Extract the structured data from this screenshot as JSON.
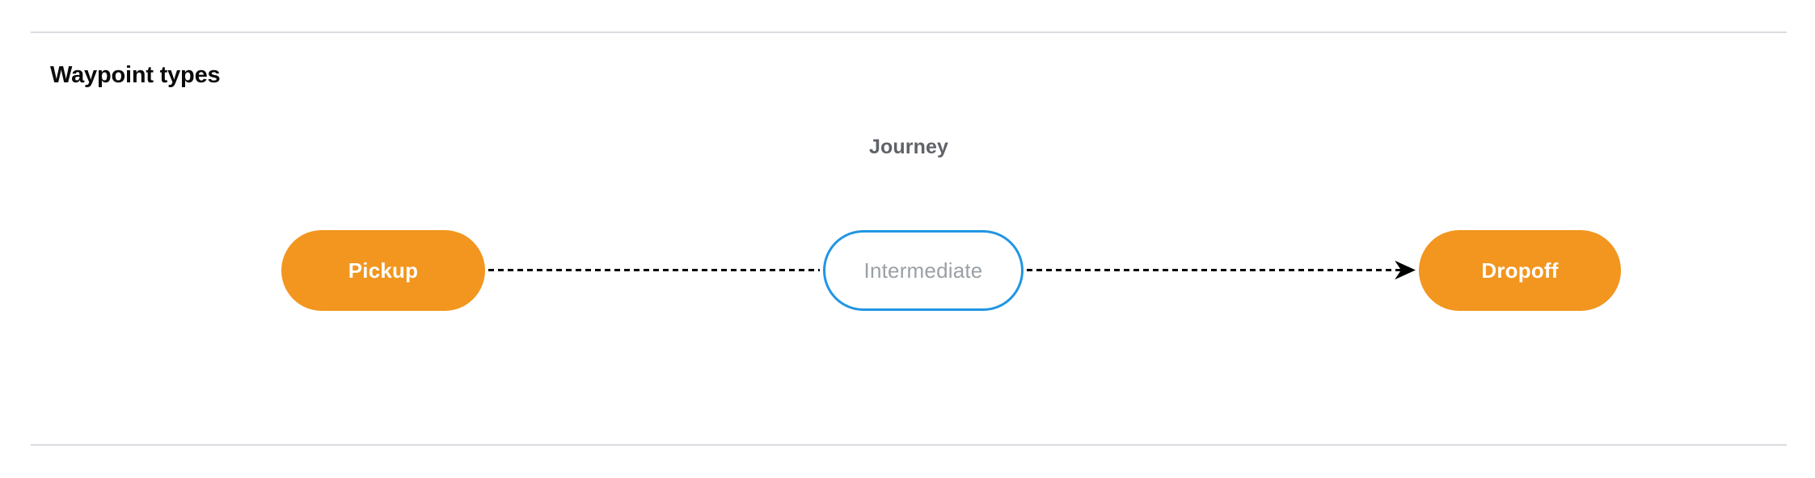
{
  "section": {
    "title": "Waypoint types"
  },
  "diagram": {
    "group_label": "Journey",
    "nodes": [
      {
        "id": "pickup",
        "label": "Pickup",
        "style": "filled-orange",
        "fill": "#F2961F",
        "text_color": "#FFFFFF"
      },
      {
        "id": "intermediate",
        "label": "Intermediate",
        "style": "outlined-blue",
        "fill": "#FFFFFF",
        "border_color": "#2196E3",
        "text_color": "#9AA0A6"
      },
      {
        "id": "dropoff",
        "label": "Dropoff",
        "style": "filled-orange",
        "fill": "#F2961F",
        "text_color": "#FFFFFF"
      }
    ],
    "edges": [
      {
        "from": "pickup",
        "to": "intermediate",
        "style": "dashed",
        "arrowhead": false,
        "color": "#000000"
      },
      {
        "from": "intermediate",
        "to": "dropoff",
        "style": "dashed",
        "arrowhead": true,
        "color": "#000000"
      }
    ]
  },
  "colors": {
    "divider": "#DADCE0",
    "title": "#0B0B0B",
    "group_label": "#5F6368",
    "accent_orange": "#F2961F",
    "accent_blue": "#2196E3",
    "muted_text": "#9AA0A6",
    "background": "#FFFFFF"
  }
}
